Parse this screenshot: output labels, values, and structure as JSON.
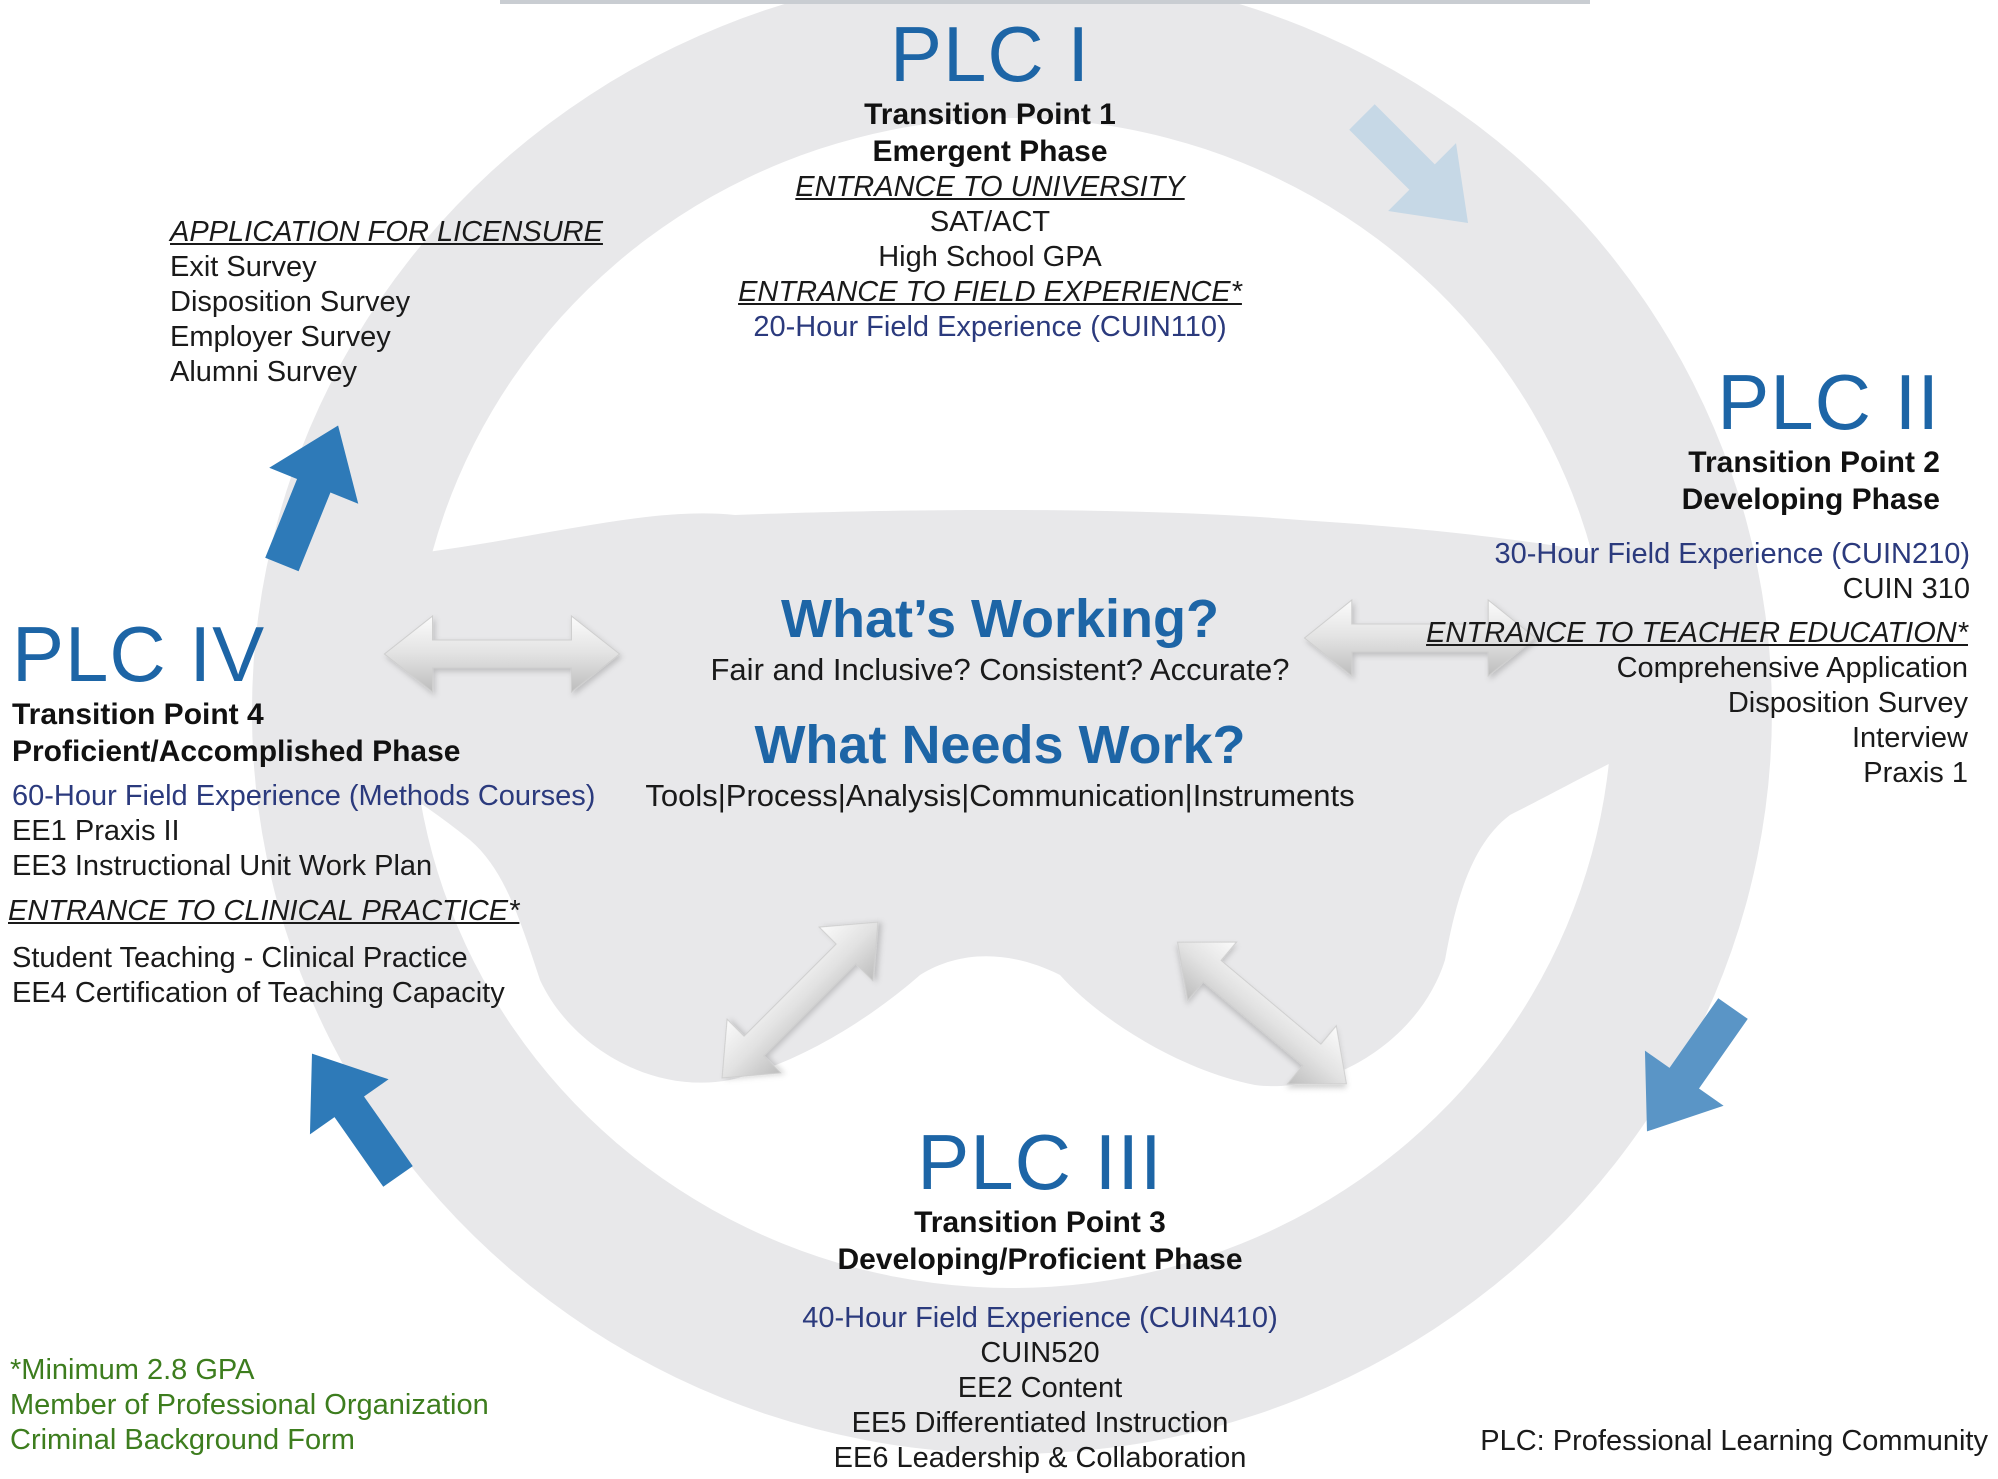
{
  "plc1": {
    "title": "PLC I",
    "tp": "Transition Point 1",
    "phase": "Emergent Phase",
    "hdr1": "ENTRANCE TO UNIVERSITY",
    "items1": [
      "SAT/ACT",
      "High School GPA"
    ],
    "hdr2": "ENTRANCE TO FIELD EXPERIENCE*",
    "field": "20-Hour Field Experience (CUIN110)"
  },
  "licensure": {
    "hdr": "APPLICATION FOR LICENSURE",
    "items": [
      "Exit Survey",
      "Disposition Survey",
      "Employer Survey",
      "Alumni Survey"
    ]
  },
  "plc2": {
    "title": "PLC II",
    "tp": "Transition Point 2",
    "phase": "Developing Phase",
    "field": "30-Hour Field Experience (CUIN210)",
    "course": "CUIN 310",
    "hdr": "ENTRANCE TO TEACHER EDUCATION*",
    "items": [
      "Comprehensive Application",
      "Disposition Survey",
      "Interview",
      "Praxis 1"
    ]
  },
  "plc3": {
    "title": "PLC III",
    "tp": "Transition Point 3",
    "phase": "Developing/Proficient Phase",
    "field": "40-Hour Field Experience (CUIN410)",
    "items": [
      "CUIN520",
      "EE2 Content",
      "EE5 Differentiated Instruction",
      "EE6 Leadership & Collaboration"
    ]
  },
  "plc4": {
    "title": "PLC IV",
    "tp": "Transition Point 4",
    "phase": "Proficient/Accomplished Phase",
    "field": "60-Hour Field Experience (Methods Courses)",
    "items": [
      "EE1 Praxis II",
      "EE3 Instructional Unit Work Plan"
    ],
    "hdr": "ENTRANCE TO CLINICAL PRACTICE*",
    "items2": [
      "Student Teaching - Clinical Practice",
      "EE4 Certification of Teaching Capacity"
    ]
  },
  "center": {
    "q1": "What’s Working?",
    "s1": "Fair and Inclusive? Consistent? Accurate?",
    "q2": "What Needs Work?",
    "s2": "Tools|Process|Analysis|Communication|Instruments"
  },
  "footnote": [
    "*Minimum 2.8 GPA",
    "Member of Professional Organization",
    "Criminal Background Form"
  ],
  "legend": "PLC: Professional Learning Community",
  "colors": {
    "plc_title": "#1d65a6",
    "field_experience": "#2b3a7d",
    "footnote": "#3d7d1e",
    "wheel": "#e8e8ea",
    "cycle_arrow": "#2e7ab8",
    "pale_arrow": "#c6d8e6"
  }
}
